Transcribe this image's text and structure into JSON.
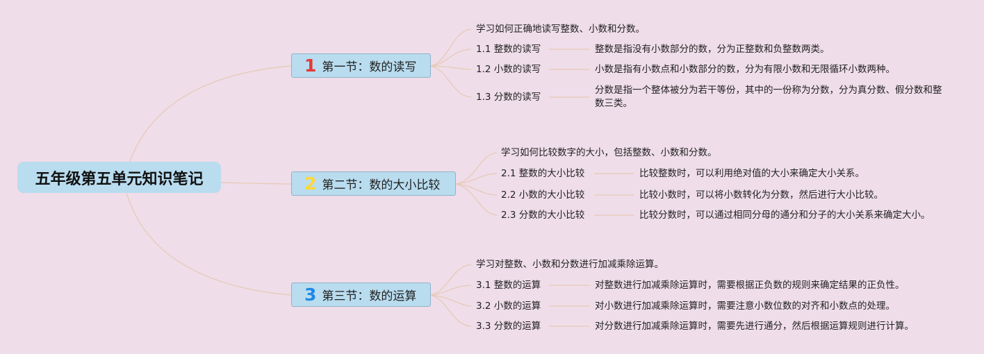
{
  "title": "五年级第五单元知识笔记",
  "colors": {
    "background": "#efdde9",
    "node": "#b9dcef",
    "link": "#e6c9b4",
    "badge1": "#e53935",
    "badge2": "#fdd835",
    "badge3": "#1e88e5"
  },
  "sections": [
    {
      "badge": "1",
      "label": "第一节：数的读写",
      "intro": "学习如何正确地读写整数、小数和分数。",
      "items": [
        {
          "label": "1.1 整数的读写",
          "desc": "整数是指没有小数部分的数，分为正整数和负整数两类。"
        },
        {
          "label": "1.2 小数的读写",
          "desc": "小数是指有小数点和小数部分的数，分为有限小数和无限循环小数两种。"
        },
        {
          "label": "1.3 分数的读写",
          "desc": "分数是指一个整体被分为若干等份，其中的一份称为分数，分为真分数、假分数和整数三类。"
        }
      ]
    },
    {
      "badge": "2",
      "label": "第二节：数的大小比较",
      "intro": "学习如何比较数字的大小，包括整数、小数和分数。",
      "items": [
        {
          "label": "2.1 整数的大小比较",
          "desc": "比较整数时，可以利用绝对值的大小来确定大小关系。"
        },
        {
          "label": "2.2 小数的大小比较",
          "desc": "比较小数时，可以将小数转化为分数，然后进行大小比较。"
        },
        {
          "label": "2.3 分数的大小比较",
          "desc": "比较分数时，可以通过相同分母的通分和分子的大小关系来确定大小。"
        }
      ]
    },
    {
      "badge": "3",
      "label": "第三节：数的运算",
      "intro": "学习对整数、小数和分数进行加减乘除运算。",
      "items": [
        {
          "label": "3.1 整数的运算",
          "desc": "对整数进行加减乘除运算时，需要根据正负数的规则来确定结果的正负性。"
        },
        {
          "label": "3.2 小数的运算",
          "desc": "对小数进行加减乘除运算时，需要注意小数位数的对齐和小数点的处理。"
        },
        {
          "label": "3.3 分数的运算",
          "desc": "对分数进行加减乘除运算时，需要先进行通分，然后根据运算规则进行计算。"
        }
      ]
    }
  ]
}
